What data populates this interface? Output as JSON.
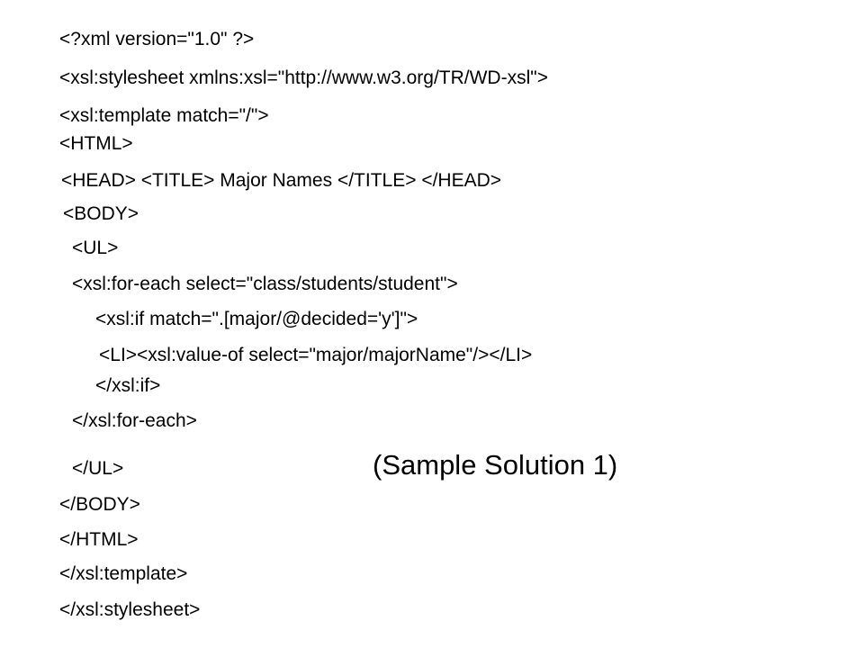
{
  "slide": {
    "code_lines": [
      "<?xml version=\"1.0\" ?>",
      "<xsl:stylesheet xmlns:xsl=\"http://www.w3.org/TR/WD-xsl\">",
      "<xsl:template match=\"/\">",
      "<HTML>",
      "<HEAD> <TITLE> Major Names </TITLE> </HEAD>",
      "<BODY>",
      "<UL>",
      "<xsl:for-each select=\"class/students/student\">",
      "<xsl:if match=\".[major/@decided='y']\">",
      "<LI><xsl:value-of select=\"major/majorName\"/></LI>",
      "</xsl:if>",
      "</xsl:for-each>",
      "</UL>",
      "</BODY>",
      "</HTML>",
      "</xsl:template>",
      "</xsl:stylesheet>"
    ],
    "caption": "(Sample Solution 1)"
  }
}
